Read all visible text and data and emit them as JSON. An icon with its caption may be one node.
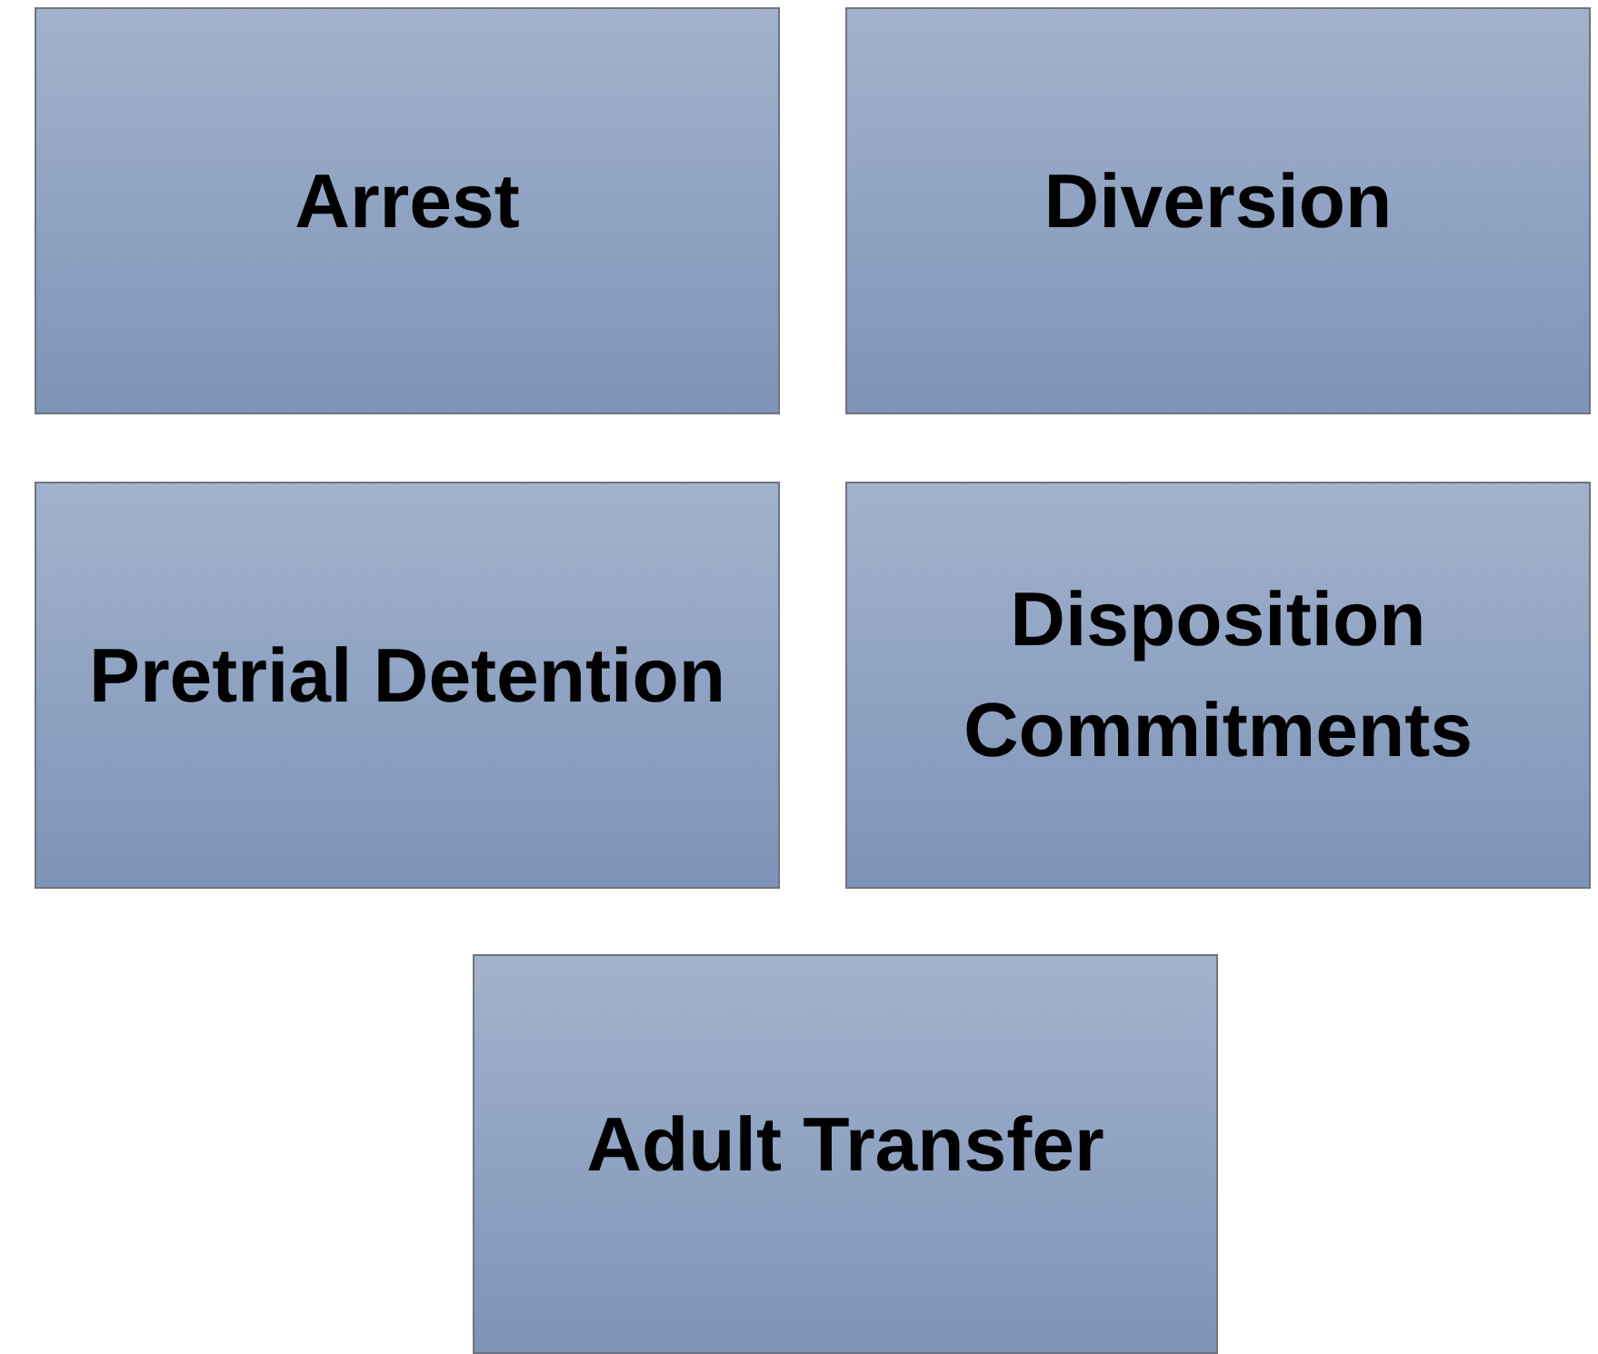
{
  "diagram": {
    "nodes": [
      {
        "text": [
          "Arrest"
        ]
      },
      {
        "text": [
          "Diversion"
        ]
      },
      {
        "text": [
          "Pretrial Detention"
        ]
      },
      {
        "text": [
          "Disposition Commitments"
        ]
      },
      {
        "text": [
          "Adult Transfer"
        ]
      }
    ]
  }
}
